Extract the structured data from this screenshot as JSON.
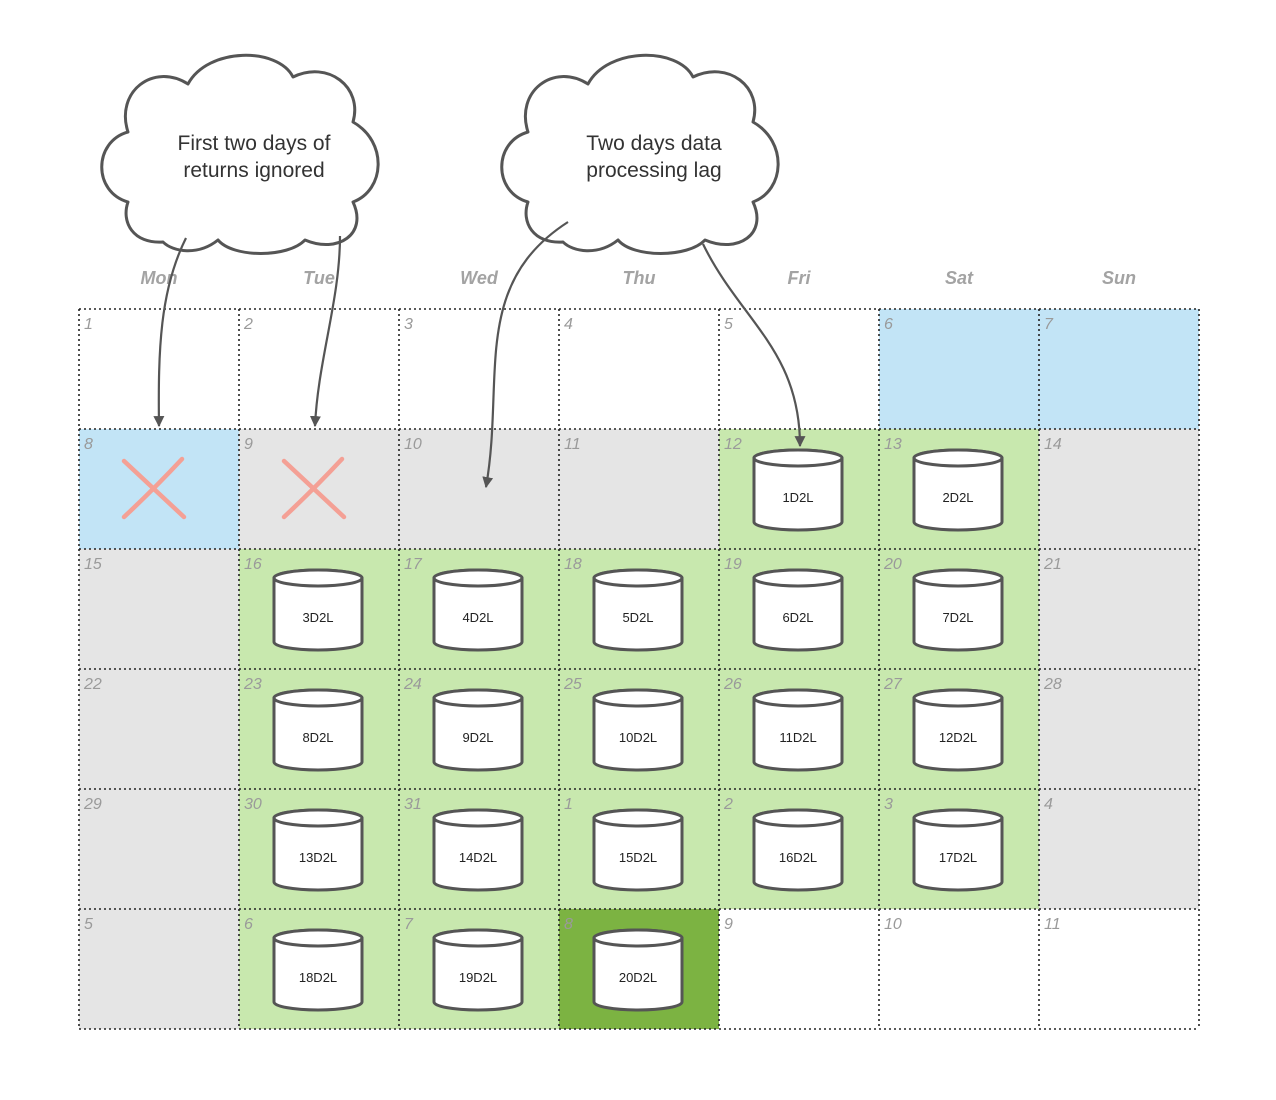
{
  "colors": {
    "white": "#ffffff",
    "gray": "#e5e5e5",
    "blue": "#c2e4f6",
    "green": "#c8e8ae",
    "dark_green": "#7cb342",
    "x_mark": "#f4a095",
    "outline": "#555555",
    "grid_line": "#222222"
  },
  "weekdays": [
    "Mon",
    "Tue",
    "Wed",
    "Thu",
    "Fri",
    "Sat",
    "Sun"
  ],
  "weeks": [
    [
      {
        "day": "1",
        "fill": "white"
      },
      {
        "day": "2",
        "fill": "white"
      },
      {
        "day": "3",
        "fill": "white"
      },
      {
        "day": "4",
        "fill": "white"
      },
      {
        "day": "5",
        "fill": "white"
      },
      {
        "day": "6",
        "fill": "blue"
      },
      {
        "day": "7",
        "fill": "blue"
      }
    ],
    [
      {
        "day": "8",
        "fill": "blue",
        "mark": "x"
      },
      {
        "day": "9",
        "fill": "gray",
        "mark": "x"
      },
      {
        "day": "10",
        "fill": "gray"
      },
      {
        "day": "11",
        "fill": "gray"
      },
      {
        "day": "12",
        "fill": "green",
        "db": "1D2L"
      },
      {
        "day": "13",
        "fill": "green",
        "db": "2D2L"
      },
      {
        "day": "14",
        "fill": "gray"
      }
    ],
    [
      {
        "day": "15",
        "fill": "gray"
      },
      {
        "day": "16",
        "fill": "green",
        "db": "3D2L"
      },
      {
        "day": "17",
        "fill": "green",
        "db": "4D2L"
      },
      {
        "day": "18",
        "fill": "green",
        "db": "5D2L"
      },
      {
        "day": "19",
        "fill": "green",
        "db": "6D2L"
      },
      {
        "day": "20",
        "fill": "green",
        "db": "7D2L"
      },
      {
        "day": "21",
        "fill": "gray"
      }
    ],
    [
      {
        "day": "22",
        "fill": "gray"
      },
      {
        "day": "23",
        "fill": "green",
        "db": "8D2L"
      },
      {
        "day": "24",
        "fill": "green",
        "db": "9D2L"
      },
      {
        "day": "25",
        "fill": "green",
        "db": "10D2L"
      },
      {
        "day": "26",
        "fill": "green",
        "db": "11D2L"
      },
      {
        "day": "27",
        "fill": "green",
        "db": "12D2L"
      },
      {
        "day": "28",
        "fill": "gray"
      }
    ],
    [
      {
        "day": "29",
        "fill": "gray"
      },
      {
        "day": "30",
        "fill": "green",
        "db": "13D2L"
      },
      {
        "day": "31",
        "fill": "green",
        "db": "14D2L"
      },
      {
        "day": "1",
        "fill": "green",
        "db": "15D2L"
      },
      {
        "day": "2",
        "fill": "green",
        "db": "16D2L"
      },
      {
        "day": "3",
        "fill": "green",
        "db": "17D2L"
      },
      {
        "day": "4",
        "fill": "gray"
      }
    ],
    [
      {
        "day": "5",
        "fill": "gray"
      },
      {
        "day": "6",
        "fill": "green",
        "db": "18D2L"
      },
      {
        "day": "7",
        "fill": "green",
        "db": "19D2L"
      },
      {
        "day": "8",
        "fill": "dark_green",
        "db": "20D2L"
      },
      {
        "day": "9",
        "fill": "white"
      },
      {
        "day": "10",
        "fill": "white"
      },
      {
        "day": "11",
        "fill": "white"
      }
    ]
  ],
  "clouds": [
    {
      "lines": [
        "First two days of",
        "returns ignored"
      ]
    },
    {
      "lines": [
        "Two days data",
        "processing lag"
      ]
    }
  ]
}
